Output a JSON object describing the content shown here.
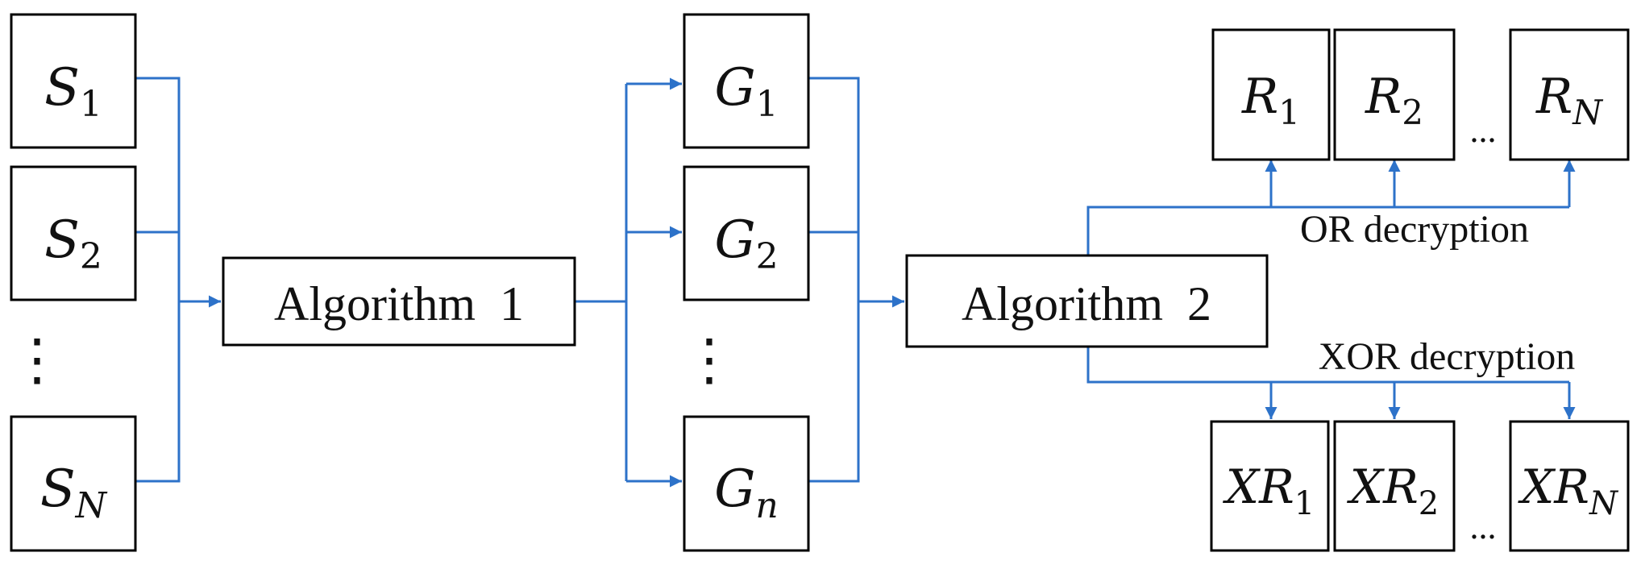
{
  "colors": {
    "connector": "#2d72c9",
    "box_border": "#000000",
    "text": "#111111"
  },
  "sources": {
    "items": [
      {
        "base": "S",
        "sub": "1"
      },
      {
        "base": "S",
        "sub": "2"
      },
      {
        "base": "S",
        "sub": "N"
      }
    ],
    "ellipsis": "⋮"
  },
  "algorithm1": {
    "label": "Algorithm  1"
  },
  "generated": {
    "items": [
      {
        "base": "G",
        "sub": "1"
      },
      {
        "base": "G",
        "sub": "2"
      },
      {
        "base": "G",
        "sub": "n"
      }
    ],
    "ellipsis": "⋮"
  },
  "algorithm2": {
    "label": "Algorithm  2"
  },
  "or_branch": {
    "label": "OR decryption",
    "items": [
      {
        "base": "R",
        "sub": "1"
      },
      {
        "base": "R",
        "sub": "2"
      },
      {
        "base": "R",
        "sub": "N"
      }
    ],
    "ellipsis": "..."
  },
  "xor_branch": {
    "label": "XOR decryption",
    "items": [
      {
        "base": "XR",
        "sub": "1"
      },
      {
        "base": "XR",
        "sub": "2"
      },
      {
        "base": "XR",
        "sub": "N"
      }
    ],
    "ellipsis": "..."
  }
}
